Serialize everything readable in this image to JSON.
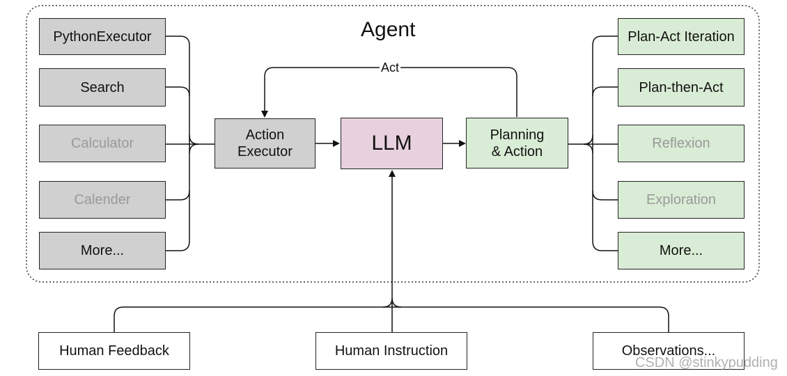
{
  "title": "Agent",
  "tools": [
    {
      "label": "PythonExecutor",
      "faded": false
    },
    {
      "label": "Search",
      "faded": false
    },
    {
      "label": "Calculator",
      "faded": true
    },
    {
      "label": "Calender",
      "faded": true
    },
    {
      "label": "More...",
      "faded": false
    }
  ],
  "strategies": [
    {
      "label": "Plan-Act Iteration",
      "faded": false
    },
    {
      "label": "Plan-then-Act",
      "faded": false
    },
    {
      "label": "Reflexion",
      "faded": true
    },
    {
      "label": "Exploration",
      "faded": true
    },
    {
      "label": "More...",
      "faded": false
    }
  ],
  "core": {
    "executor": "Action\nExecutor",
    "llm": "LLM",
    "planning": "Planning\n& Action",
    "act_label": "Act"
  },
  "inputs": [
    "Human Feedback",
    "Human Instruction",
    "Observations..."
  ],
  "watermark": "CSDN @stinkypudding",
  "colors": {
    "tool_fill": "#d0d0d0",
    "strategy_fill": "#d9ecd5",
    "llm_fill": "#e8d1de",
    "faded_text": "#9a9a9a"
  }
}
